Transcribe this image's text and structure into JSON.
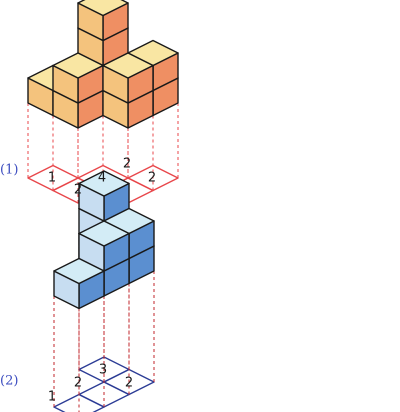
{
  "figures": [
    {
      "label": "(1)",
      "cells": [
        {
          "number": "1",
          "height": 1
        },
        {
          "number": "2",
          "height": 2
        },
        {
          "number": "4",
          "height": 4
        },
        {
          "number": "2",
          "height": 2
        },
        {
          "number": "2",
          "height": 2
        }
      ],
      "colors": {
        "top": "#f9e6a3",
        "left": "#f4c37d",
        "right": "#ef8f63",
        "grid": "#e8474b"
      }
    },
    {
      "label": "(2)",
      "cells": [
        {
          "number": "1",
          "height": 1
        },
        {
          "number": "2",
          "height": 2
        },
        {
          "number": "3",
          "height": 3
        },
        {
          "number": "2",
          "height": 2
        }
      ],
      "colors": {
        "top": "#d3ecf6",
        "left": "#c7ddf1",
        "right": "#5b8fd0",
        "grid": "#2d3d96"
      }
    }
  ]
}
